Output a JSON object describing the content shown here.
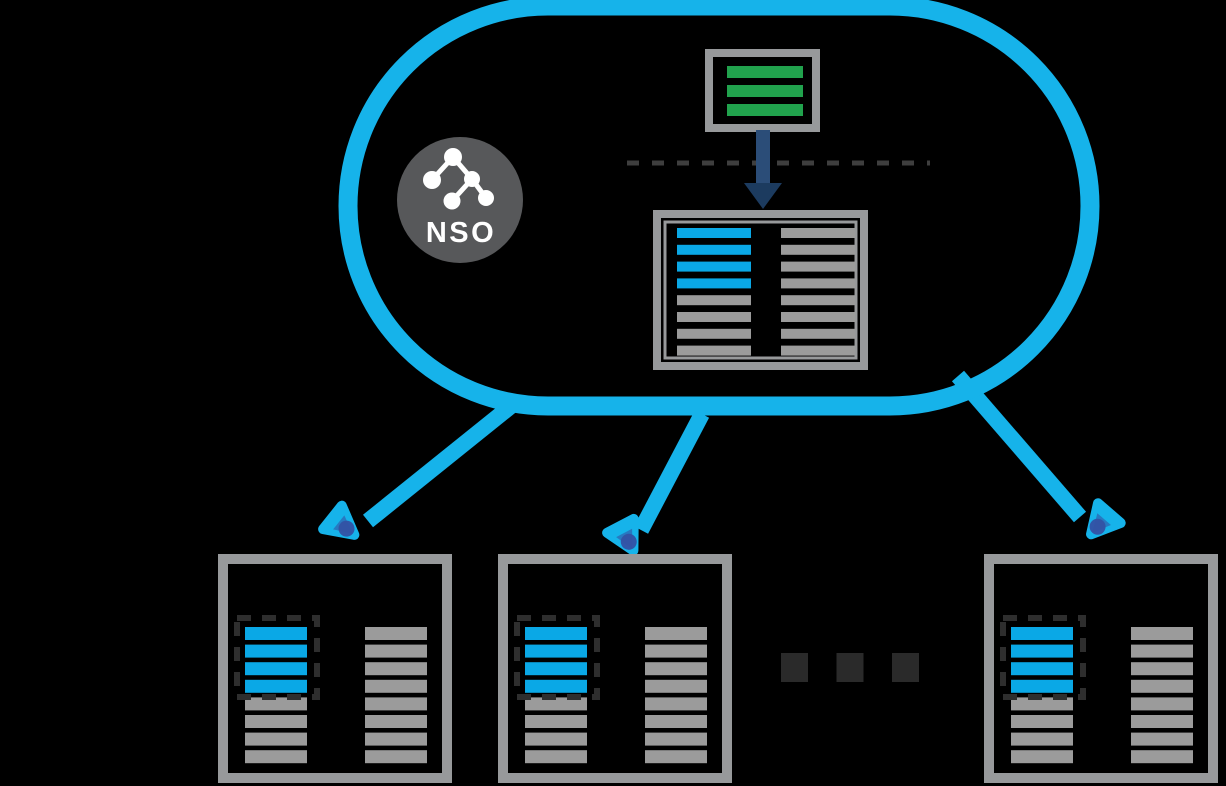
{
  "colors": {
    "background": "#000000",
    "cyan": "#16b3ea",
    "cyanBar": "#0aa8e6",
    "green": "#21a24d",
    "grayBar": "#9b9b9b",
    "borderGray": "#97999b",
    "nsoCircle": "#57585a",
    "navyShaft": "#2b4d78",
    "navyHead": "#1c3b5f",
    "royalTip": "#3352a5",
    "dashLine": "#3e3e3e",
    "selectionDash": "#2e2e2e",
    "dots": "#2a2a2a",
    "white": "#ffffff"
  },
  "icons": {
    "nso_logo": "circle-badge-with-network-tree",
    "arrowheads": "solid-triangle-with-blue-tip",
    "ellipsis": "three-dark-squares"
  },
  "nso_badge": {
    "label": "NSO"
  },
  "service_model": {
    "bars": 3
  },
  "cdb": {
    "left_bars": 8,
    "left_highlighted": 4,
    "right_bars": 8
  },
  "devices": {
    "count": 3,
    "left_bars": 8,
    "left_highlighted": 4,
    "right_bars": 8
  },
  "ellipsis": {
    "dots": 3
  }
}
